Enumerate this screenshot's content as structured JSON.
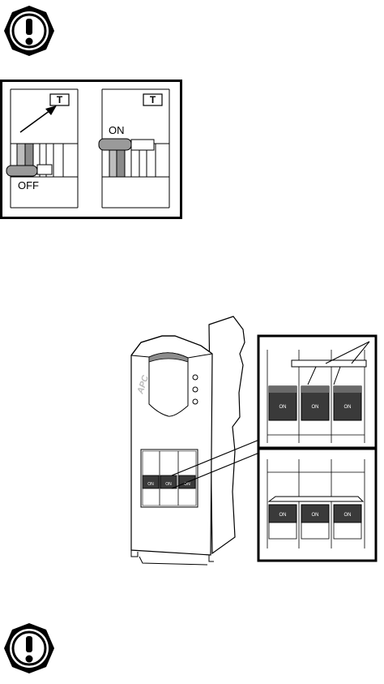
{
  "notice_icons": [
    {
      "icon": "exclamation-notice-icon"
    },
    {
      "icon": "exclamation-notice-icon"
    }
  ],
  "breaker_figure": {
    "left_panel": {
      "tag": "T",
      "state_label": "OFF"
    },
    "right_panel": {
      "tag": "T",
      "state_label": "ON"
    }
  },
  "ups_figure": {
    "brand_logo": "APC",
    "breaker_labels": [
      "ON",
      "ON",
      "ON"
    ],
    "top_detail_labels": [
      "ON",
      "ON",
      "ON"
    ],
    "bottom_detail_labels": [
      "ON",
      "ON",
      "ON"
    ]
  }
}
